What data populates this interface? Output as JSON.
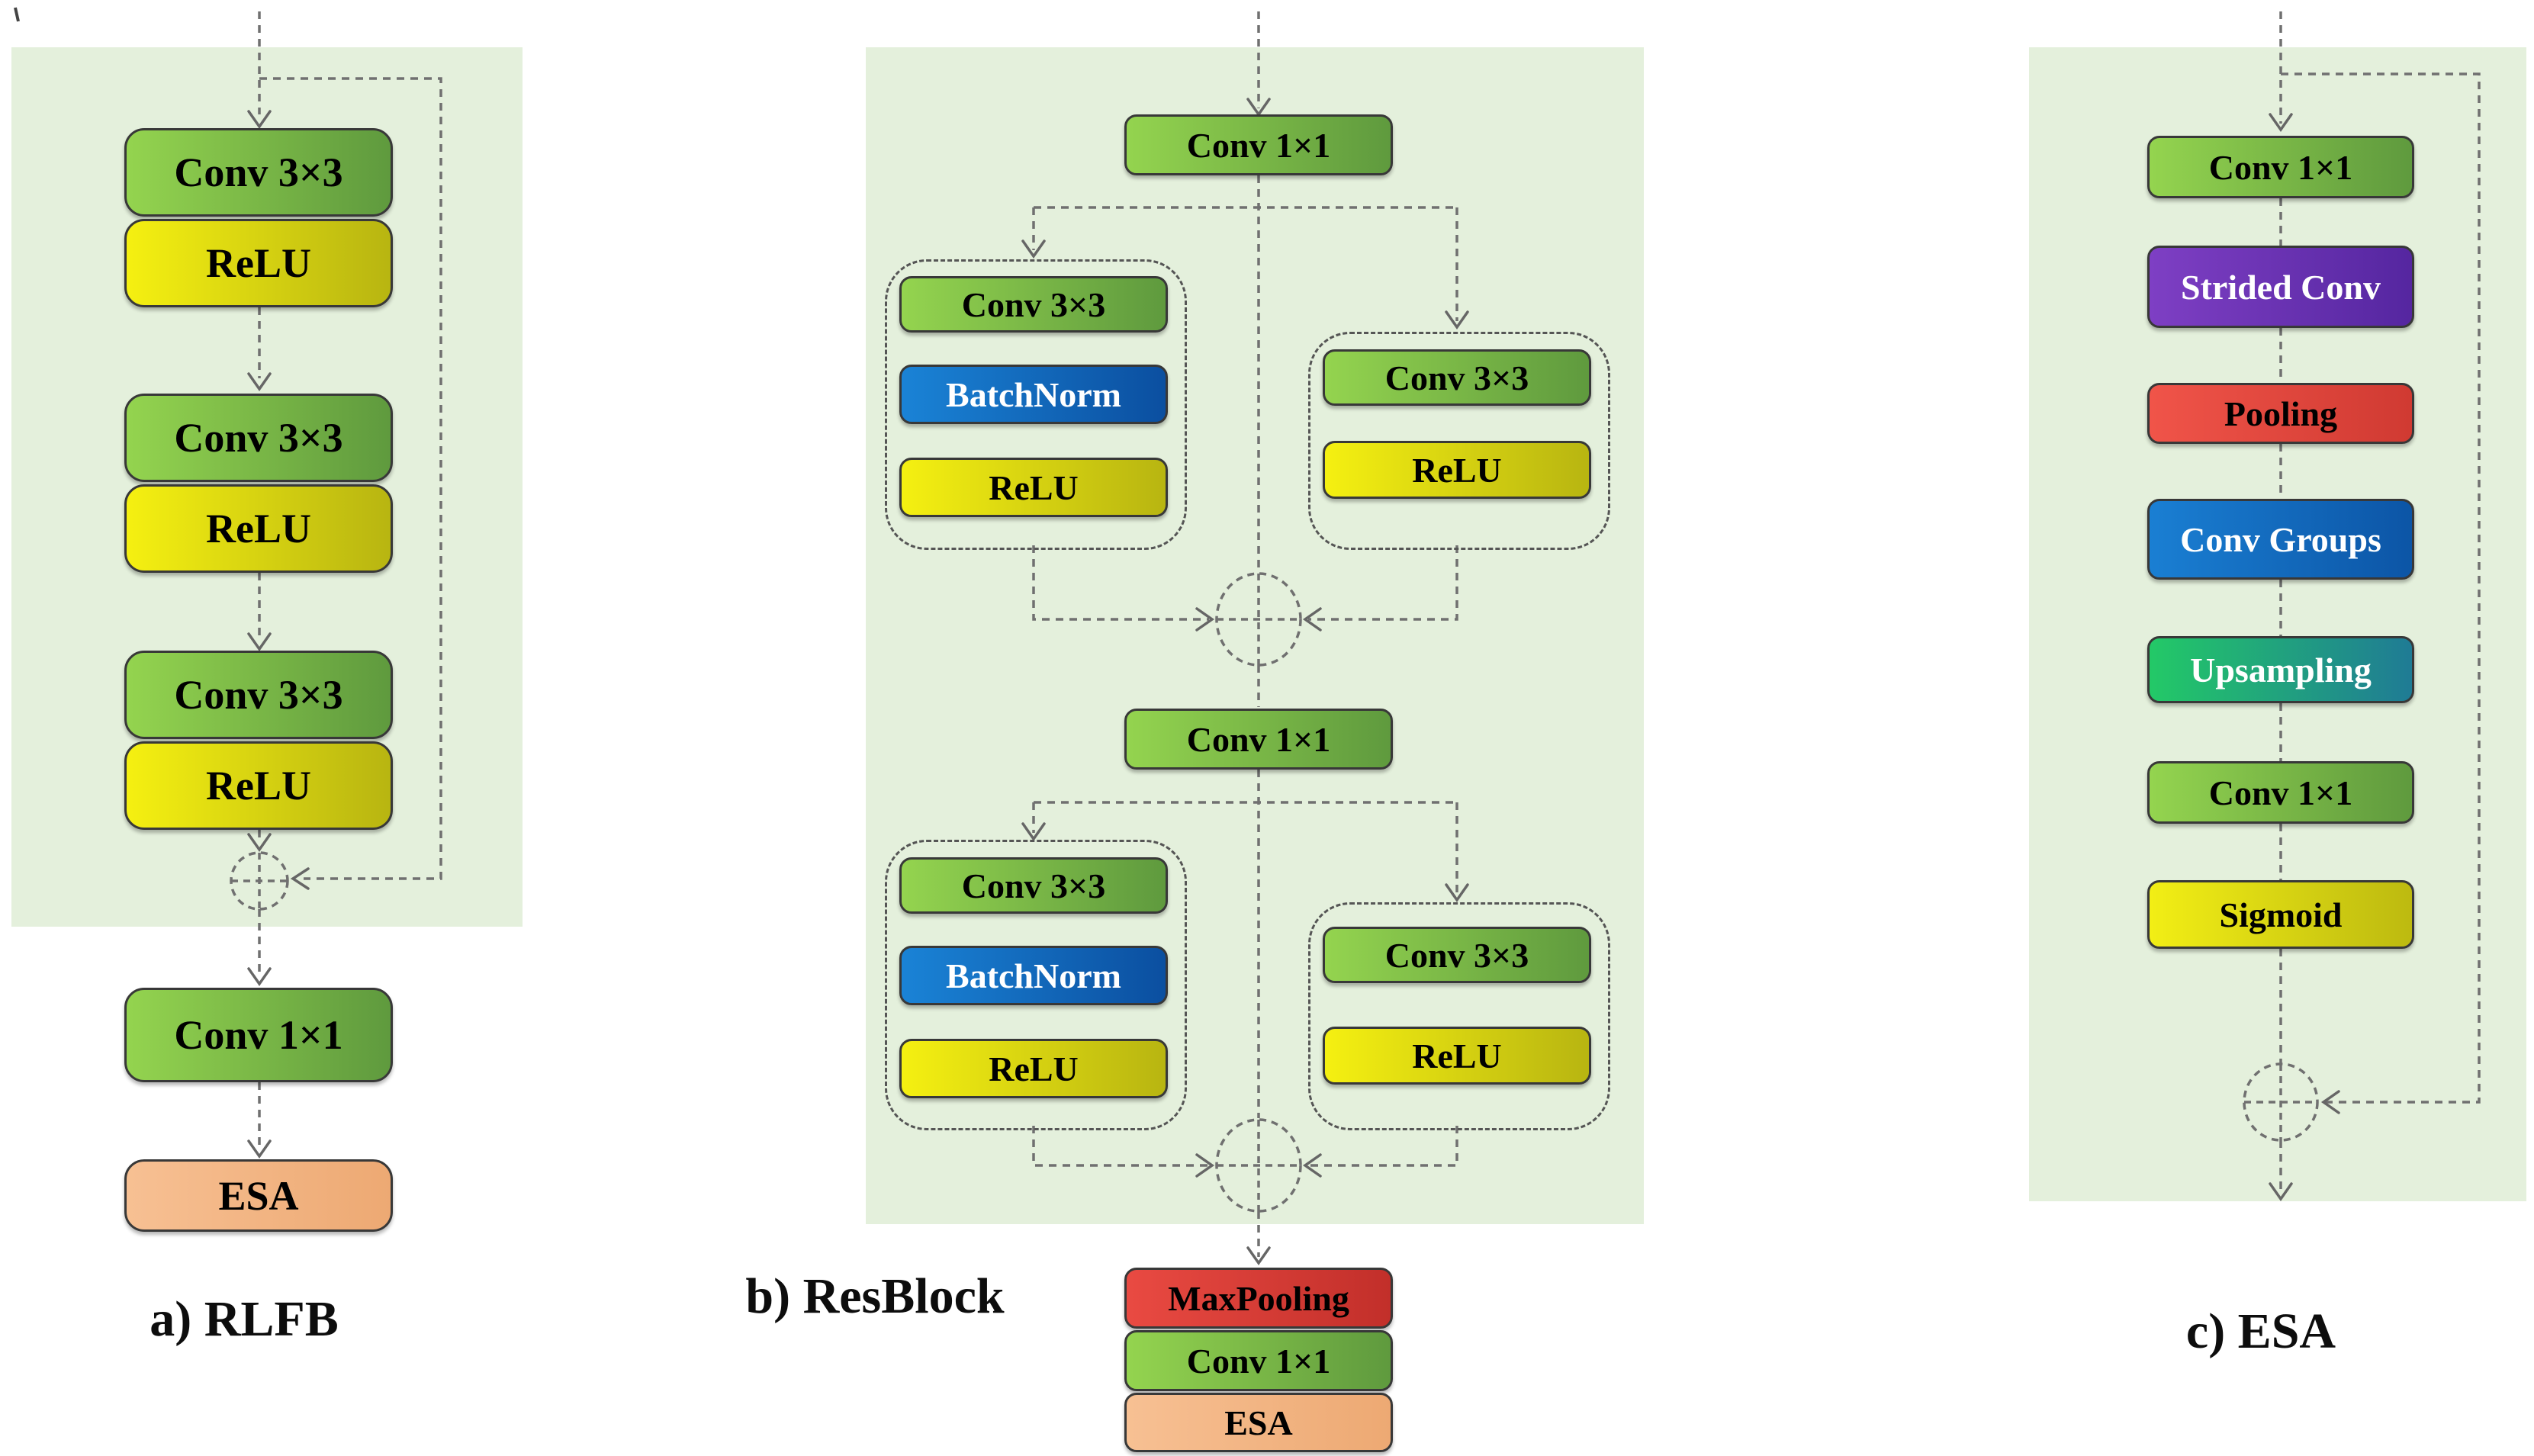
{
  "colors": {
    "panel_bg": "#e4f0dc",
    "conv": [
      "#94d44f",
      "#5f9a3e"
    ],
    "relu": [
      "#f5f011",
      "#b8b511"
    ],
    "batchnorm": [
      "#1a83d6",
      "#0b4fa0"
    ],
    "maxpool": [
      "#e94a42",
      "#c22f2a"
    ],
    "pooling": [
      "#f05449",
      "#d03a32"
    ],
    "strided": [
      "#7e3fc4",
      "#5526a0"
    ],
    "convgroups": [
      "#1a7fd3",
      "#0c55a6"
    ],
    "upsampling": [
      "#23c967",
      "#1f7b95"
    ],
    "sigmoid": [
      "#f2ee15",
      "#bdba10"
    ],
    "esa": [
      "#f7c093",
      "#eda973"
    ]
  },
  "panel_a": {
    "caption": "a) RLFB",
    "conv1": "Conv 3×3",
    "relu1": "ReLU",
    "conv2": "Conv 3×3",
    "relu2": "ReLU",
    "conv3": "Conv 3×3",
    "relu3": "ReLU",
    "conv_out": "Conv 1×1",
    "esa": "ESA"
  },
  "panel_b": {
    "caption": "b) ResBlock",
    "conv_in": "Conv 1×1",
    "g1l": {
      "conv": "Conv 3×3",
      "bn": "BatchNorm",
      "relu": "ReLU"
    },
    "g1r": {
      "conv": "Conv 3×3",
      "relu": "ReLU"
    },
    "conv_mid": "Conv 1×1",
    "g2l": {
      "conv": "Conv 3×3",
      "bn": "BatchNorm",
      "relu": "ReLU"
    },
    "g2r": {
      "conv": "Conv 3×3",
      "relu": "ReLU"
    },
    "maxpool": "MaxPooling",
    "conv_out": "Conv 1×1",
    "esa": "ESA"
  },
  "panel_c": {
    "caption": "c) ESA",
    "conv_in": "Conv 1×1",
    "strided": "Strided Conv",
    "pooling": "Pooling",
    "conv_groups": "Conv Groups",
    "upsampling": "Upsampling",
    "conv_mid": "Conv 1×1",
    "sigmoid": "Sigmoid"
  }
}
